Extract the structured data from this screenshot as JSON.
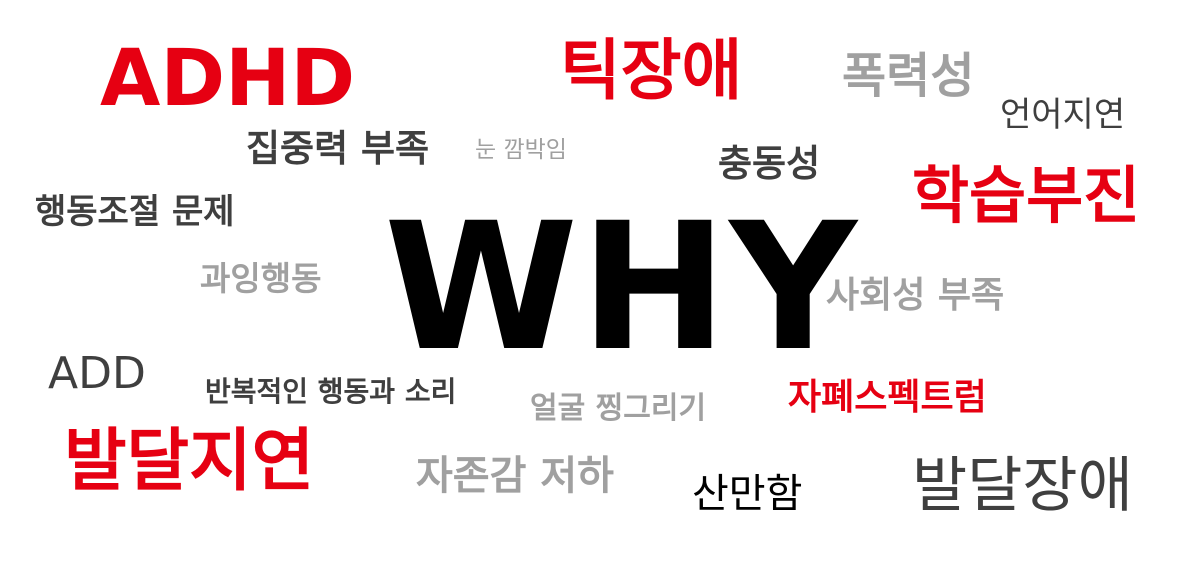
{
  "colors": {
    "red": "#e60012",
    "dark": "#3f3f3f",
    "gray": "#a0a0a0",
    "black": "#000000"
  },
  "words": [
    {
      "id": "adhd",
      "text": "ADHD",
      "color": "red"
    },
    {
      "id": "tic",
      "text": "틱장애",
      "color": "red"
    },
    {
      "id": "violence",
      "text": "폭력성",
      "color": "gray"
    },
    {
      "id": "speech-delay",
      "text": "언어지연",
      "color": "dark"
    },
    {
      "id": "attention",
      "text": "집중력 부족",
      "color": "dark"
    },
    {
      "id": "blinking",
      "text": "눈 깜박임",
      "color": "gray"
    },
    {
      "id": "impulsivity",
      "text": "충동성",
      "color": "dark"
    },
    {
      "id": "learning",
      "text": "학습부진",
      "color": "red"
    },
    {
      "id": "behavior-ctrl",
      "text": "행동조절 문제",
      "color": "dark"
    },
    {
      "id": "why",
      "text": "WHY",
      "color": "black"
    },
    {
      "id": "hyperactivity",
      "text": "과잉행동",
      "color": "gray"
    },
    {
      "id": "social",
      "text": "사회성 부족",
      "color": "gray"
    },
    {
      "id": "add",
      "text": "ADD",
      "color": "dark"
    },
    {
      "id": "repetitive",
      "text": "반복적인 행동과 소리",
      "color": "dark"
    },
    {
      "id": "grimace",
      "text": "얼굴 찡그리기",
      "color": "gray"
    },
    {
      "id": "autism",
      "text": "자폐스펙트럼",
      "color": "red"
    },
    {
      "id": "dev-delay",
      "text": "발달지연",
      "color": "red"
    },
    {
      "id": "self-esteem",
      "text": "자존감 저하",
      "color": "gray"
    },
    {
      "id": "distraction",
      "text": "산만함",
      "color": "black"
    },
    {
      "id": "dev-disorder",
      "text": "발달장애",
      "color": "dark"
    }
  ]
}
